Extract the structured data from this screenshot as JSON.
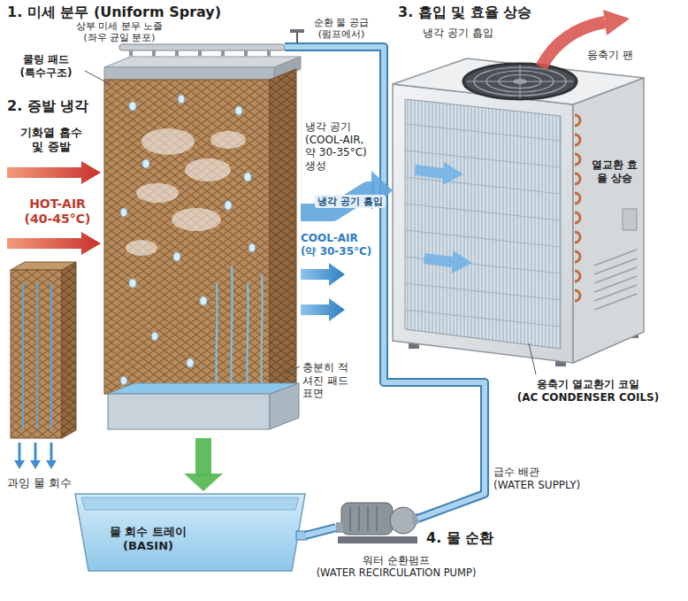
{
  "diagram": {
    "nodes": [
      {
        "text": [
          "상부 미세 분무 노즐 (좌우 균일 분포)"
        ]
      },
      {
        "text": [
          "쿨링 패드 (특수구조)"
        ]
      },
      {
        "text": [
          "응축기 열교환기 코일 (AC CONDENSER COILS)"
        ]
      },
      {
        "text": [
          "물 회수 트레이 (BASIN)"
        ]
      },
      {
        "text": [
          "워터 순환펌프 (WATER RECIRCULATION PUMP)"
        ]
      }
    ],
    "edges": [
      {
        "from": 1,
        "to": 2,
        "label": "냉각 공기 흡입",
        "arrow": "to"
      },
      {
        "from": 1,
        "to": 3,
        "arrow": "to"
      },
      {
        "from": 3,
        "to": 4,
        "arrow": "none"
      },
      {
        "from": 4,
        "to": 0,
        "label": "급수 배관 (WATER SUPPLY)",
        "arrow": "none"
      }
    ],
    "labels": [
      "1. 미세 분무 (Uniform Spray)",
      "순환 물 공급 (펌프에서)",
      "2. 증발 냉각",
      "기화열 흡수 및 증발",
      "HOT-AIR (40-45°C)",
      "냉각 공기 (COOL-AIR, 약 30-35°C) 생성",
      "COOL-AIR (약 30-35°C)",
      "3. 흡입 및 효율 상승",
      "냉각 공기 흡입",
      "응축기 팬",
      "열교환 효율 상승",
      "충분히 적셔진 패드 표면",
      "과잉 물 회수",
      "4. 물 순환"
    ]
  }
}
